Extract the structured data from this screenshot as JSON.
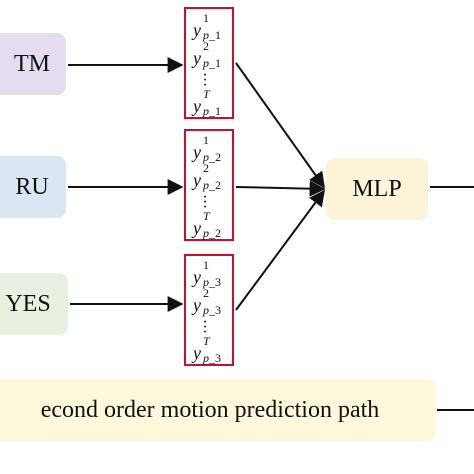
{
  "models": {
    "lstm": "TM",
    "gru": "RU",
    "bayes": "YES"
  },
  "mlp": "MLP",
  "second_order": "econd order motion prediction path",
  "outputs": [
    {
      "var": "y",
      "sub_prefix": "p_",
      "sub_index": "1",
      "sups": [
        "1",
        "2",
        "T"
      ]
    },
    {
      "var": "y",
      "sub_prefix": "p_",
      "sub_index": "2",
      "sups": [
        "1",
        "2",
        "T"
      ]
    },
    {
      "var": "y",
      "sub_prefix": "p_",
      "sub_index": "3",
      "sups": [
        "1",
        "2",
        "T"
      ]
    }
  ]
}
